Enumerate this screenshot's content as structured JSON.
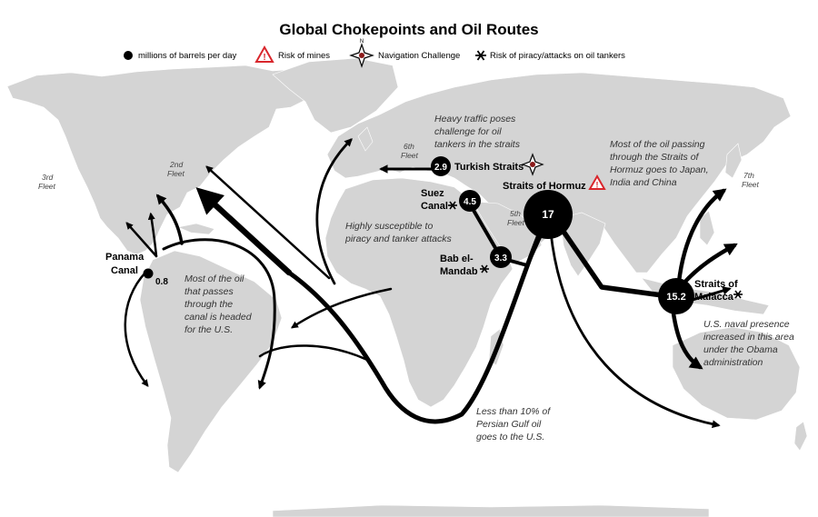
{
  "title": "Global Chokepoints and Oil Routes",
  "legend": {
    "barrels": "millions of barrels per day",
    "mines": "Risk of mines",
    "navigation": "Navigation Challenge",
    "piracy": "Risk of piracy/attacks on oil tankers"
  },
  "colors": {
    "land": "#d4d4d4",
    "route": "#000000",
    "mines_icon": "#d9262c"
  },
  "chokepoints": [
    {
      "id": "panama",
      "line1": "Panama",
      "line2": "Canal",
      "value": "0.8",
      "icons": []
    },
    {
      "id": "turkish",
      "line1": "Turkish Straits",
      "line2": "",
      "value": "2.9",
      "icons": [
        "navigation"
      ]
    },
    {
      "id": "suez",
      "line1": "Suez",
      "line2": "Canal",
      "value": "4.5",
      "icons": [
        "piracy"
      ]
    },
    {
      "id": "bab",
      "line1": "Bab el-",
      "line2": "Mandab",
      "value": "3.3",
      "icons": [
        "piracy"
      ]
    },
    {
      "id": "hormuz",
      "line1": "Straits of Hormuz",
      "line2": "",
      "value": "17",
      "icons": [
        "mines"
      ]
    },
    {
      "id": "malacca",
      "line1": "Straits of",
      "line2": "Malacca",
      "value": "15.2",
      "icons": [
        "piracy"
      ]
    }
  ],
  "fleets": [
    {
      "line1": "2nd",
      "line2": "Fleet"
    },
    {
      "line1": "3rd",
      "line2": "Fleet"
    },
    {
      "line1": "5th",
      "line2": "Fleet"
    },
    {
      "line1": "6th",
      "line2": "Fleet"
    },
    {
      "line1": "7th",
      "line2": "Fleet"
    }
  ],
  "notes": {
    "turkish": [
      "Heavy traffic poses",
      "challenge for oil",
      "tankers in the straits"
    ],
    "hormuz": [
      "Most of the oil passing",
      "through the Straits of",
      "Hormuz goes to Japan,",
      "India and China"
    ],
    "suez": [
      "Highly susceptible to",
      "piracy and tanker attacks"
    ],
    "panama": [
      "Most of the oil",
      "that passes",
      "through the",
      "canal is headed",
      "for the U.S."
    ],
    "malacca": [
      "U.S. naval presence",
      "increased in this area",
      "under the Obama",
      "administration"
    ],
    "gulf": [
      "Less than 10% of",
      "Persian Gulf oil",
      "goes to the U.S."
    ]
  }
}
